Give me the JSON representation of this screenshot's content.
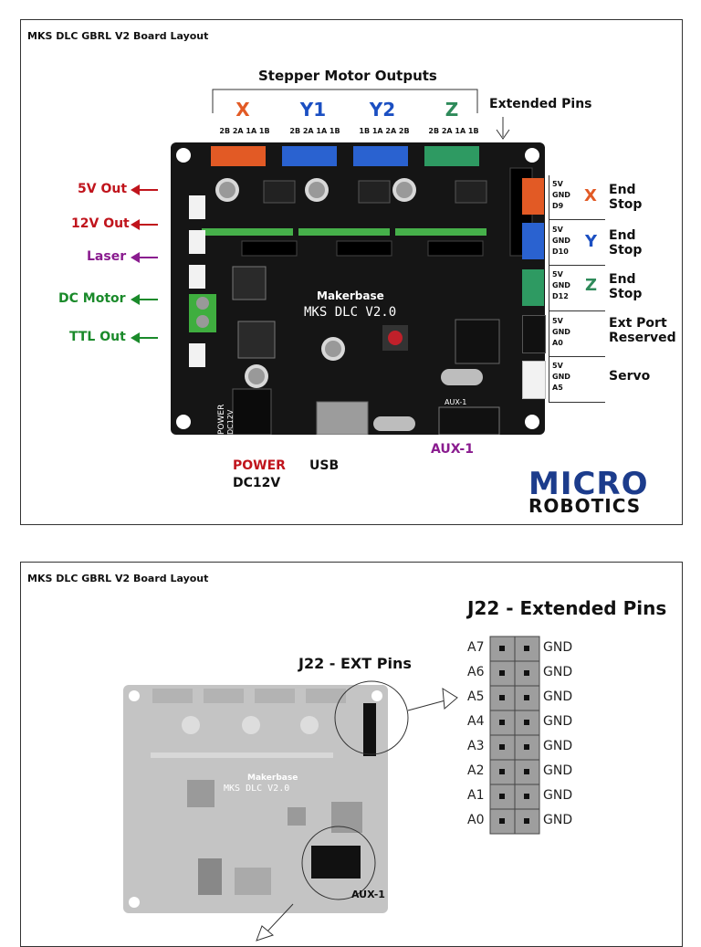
{
  "top_panel": {
    "title": "MKS DLC GBRL V2 Board Layout",
    "stepper_header": "Stepper Motor Outputs",
    "axes": [
      {
        "name": "X",
        "color": "#e25a25",
        "pins": "2B 2A 1A 1B"
      },
      {
        "name": "Y1",
        "color": "#1b4fc2",
        "pins": "2B 2A 1A 1B"
      },
      {
        "name": "Y2",
        "color": "#1b4fc2",
        "pins": "1B 1A 2A 2B"
      },
      {
        "name": "Z",
        "color": "#2e8a5a",
        "pins": "2B 2A 1A 1B"
      }
    ],
    "extended_pins": "Extended Pins",
    "left_labels": [
      {
        "text": "5V Out",
        "color": "#c0141c"
      },
      {
        "text": "12V Out",
        "color": "#c0141c"
      },
      {
        "text": "Laser",
        "color": "#8a1c8f"
      },
      {
        "text": "DC Motor",
        "color": "#1a8a2a"
      },
      {
        "text": "TTL Out",
        "color": "#1a8a2a"
      }
    ],
    "right_rows": [
      {
        "pins": [
          "5V",
          "GND",
          "D9"
        ],
        "axis": "X",
        "axis_color": "#e25a25",
        "title_line1": "End",
        "title_line2": "Stop"
      },
      {
        "pins": [
          "5V",
          "GND",
          "D10"
        ],
        "axis": "Y",
        "axis_color": "#1b4fc2",
        "title_line1": "End",
        "title_line2": "Stop"
      },
      {
        "pins": [
          "5V",
          "GND",
          "D12"
        ],
        "axis": "Z",
        "axis_color": "#2e8a5a",
        "title_line1": "End",
        "title_line2": "Stop"
      },
      {
        "pins": [
          "5V",
          "GND",
          "A0"
        ],
        "axis": "",
        "axis_color": "#111111",
        "title_line1": "Ext Port",
        "title_line2": "Reserved"
      },
      {
        "pins": [
          "5V",
          "GND",
          "A5"
        ],
        "axis": "",
        "axis_color": "#111111",
        "title_line1": "Servo",
        "title_line2": ""
      }
    ],
    "power_label": "POWER",
    "power_sub": "DC12V",
    "usb_label": "USB",
    "aux_label": "AUX-1",
    "logo_line1": "MICRO",
    "logo_line2": "ROBOTICS",
    "board_brand": "Makerbase",
    "board_model": "MKS DLC V2.0",
    "board_silk_power": "POWER",
    "board_silk_dc": "DC12V",
    "board_silk_aux": "AUX-1"
  },
  "bottom_panel": {
    "title": "MKS DLC GBRL V2 Board Layout",
    "ext_header": "J22 - Extended Pins",
    "ext_pins_label": "J22 - EXT Pins",
    "aux_label": "AUX-1",
    "pin_rows": [
      {
        "left": "A7",
        "right": "GND"
      },
      {
        "left": "A6",
        "right": "GND"
      },
      {
        "left": "A5",
        "right": "GND"
      },
      {
        "left": "A4",
        "right": "GND"
      },
      {
        "left": "A3",
        "right": "GND"
      },
      {
        "left": "A2",
        "right": "GND"
      },
      {
        "left": "A1",
        "right": "GND"
      },
      {
        "left": "A0",
        "right": "GND"
      }
    ]
  }
}
